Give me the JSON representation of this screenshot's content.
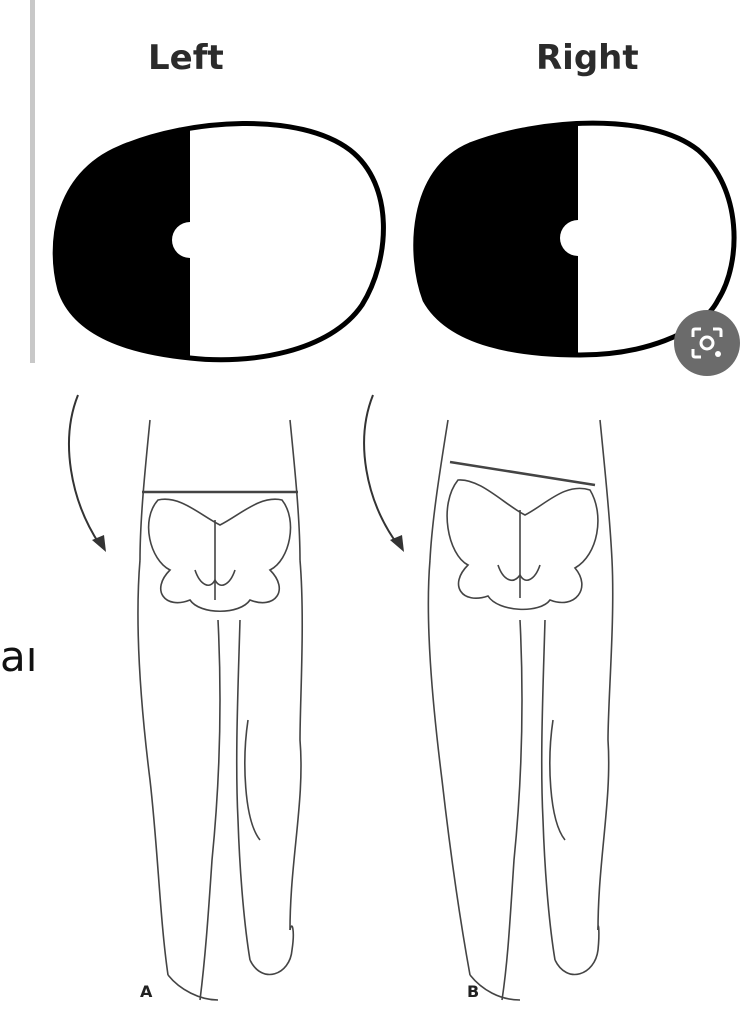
{
  "header": {
    "left_title": "Left",
    "right_title": "Right"
  },
  "side_text": "aı",
  "figure_labels": {
    "a": "A",
    "b": "B"
  },
  "lens_button": {
    "icon": "visual-search-icon",
    "color": "#6b6b6b"
  },
  "colors": {
    "shade": "#000000",
    "line": "#222222",
    "divider": "#c8c8c8"
  }
}
